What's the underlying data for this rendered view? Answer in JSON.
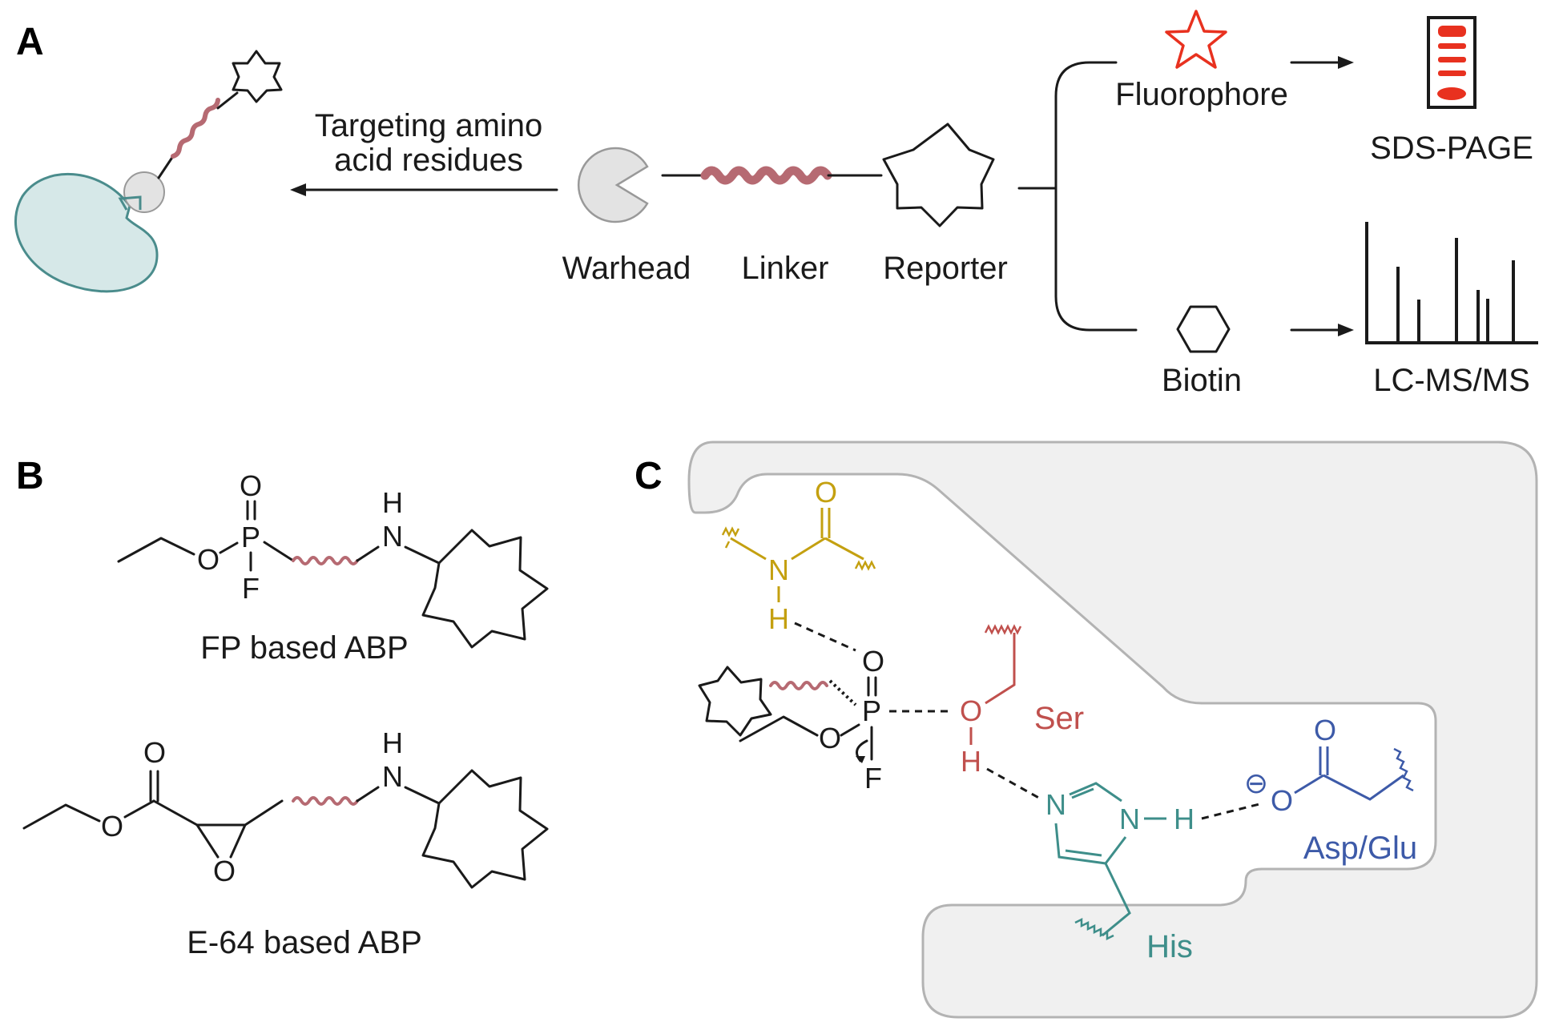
{
  "colors": {
    "ink": "#1a1a1a",
    "linker": "#b66a72",
    "protein": "#4a8c8c",
    "protein_fill": "#d6e8e8",
    "warhead_fill": "#e3e3e3",
    "fluorophore": "#e8311f",
    "pocket_fill": "#f0f0f0",
    "pocket_stroke": "#b3b3b3",
    "backbone": "#c4a010",
    "ser": "#c0504d",
    "his": "#3e8e8a",
    "asp": "#3d5aa8"
  },
  "panel_a": {
    "letter": "A",
    "arrow_label_line1": "Targeting amino",
    "arrow_label_line2": "acid residues",
    "warhead": "Warhead",
    "linker": "Linker",
    "reporter": "Reporter",
    "fluorophore": "Fluorophore",
    "biotin": "Biotin",
    "sds_page": "SDS-PAGE",
    "lcms": "LC-MS/MS"
  },
  "panel_b": {
    "letter": "B",
    "caption_fp": "FP based ABP",
    "caption_e64": "E-64 based ABP",
    "atoms": {
      "O": "O",
      "P": "P",
      "F": "F",
      "N": "N",
      "H": "H"
    }
  },
  "panel_c": {
    "letter": "C",
    "ser": "Ser",
    "his": "His",
    "asp_glu": "Asp/Glu",
    "minus": "⊖"
  }
}
